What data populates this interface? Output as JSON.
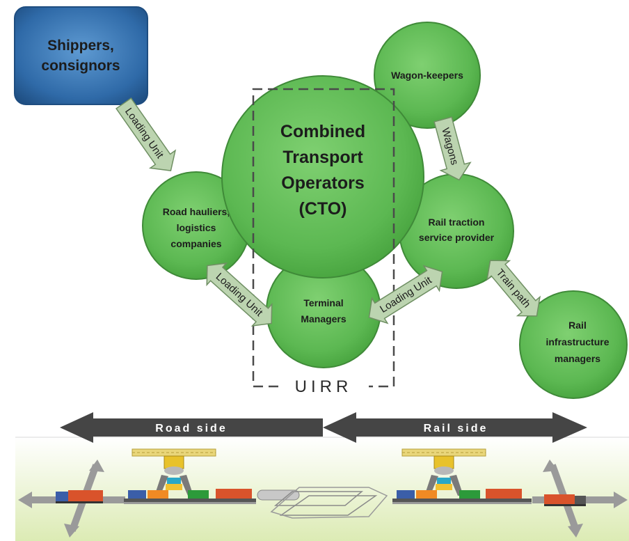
{
  "shippers": {
    "line1": "Shippers,",
    "line2": "consignors"
  },
  "wagon_keepers": {
    "label": "Wagon-keepers"
  },
  "cto": {
    "line1": "Combined",
    "line2": "Transport",
    "line3": "Operators",
    "line4": "(CTO)"
  },
  "road_hauliers": {
    "line1": "Road hauliers,",
    "line2": "logistics",
    "line3": "companies"
  },
  "rail_traction": {
    "line1": "Rail traction",
    "line2": "service provider"
  },
  "terminal_managers": {
    "line1": "Terminal",
    "line2": "Managers"
  },
  "rail_infrastructure": {
    "line1": "Rail",
    "line2": "infrastructure",
    "line3": "managers"
  },
  "uirr": {
    "label": "UIRR"
  },
  "flows": {
    "shippers_to_road": "Loading Unit",
    "wagons": "Wagons",
    "road_terminal": "Loading Unit",
    "terminal_rail": "Loading Unit",
    "train_path": "Train path"
  },
  "sides": {
    "road": "Road side",
    "rail": "Rail side"
  },
  "colors": {
    "circle_fill": "#5cb852",
    "circle_stroke": "#3f8a38",
    "shipper_box": "#2f6aa8",
    "arrow_fill": "#bcd4b0",
    "arrow_stroke": "#6f8f63",
    "side_arrow": "#454545",
    "ground": "#e6f0c8"
  }
}
